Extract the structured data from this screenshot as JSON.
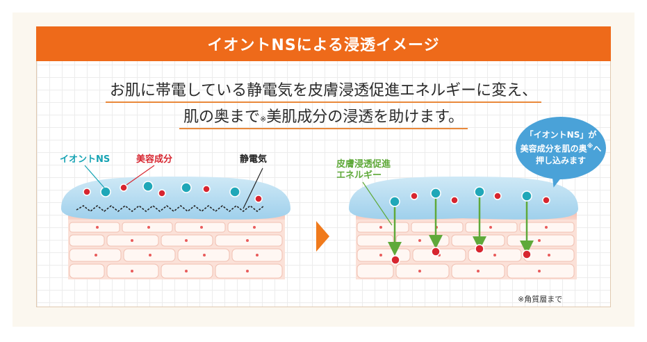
{
  "header": {
    "title": "イオントNSによる浸透イメージ"
  },
  "lead": {
    "line1": "お肌に帯電している静電気を皮膚浸透促進エネルギーに変え、",
    "line2_a": "肌の奥まで",
    "line2_mark": "※",
    "line2_b": "美肌成分の浸透を助けます。"
  },
  "labels": {
    "ion": "イオントNS",
    "beauty": "美容成分",
    "static": "静電気",
    "energy_1": "皮膚浸透促進",
    "energy_2": "エネルギー"
  },
  "bubble": {
    "line1": "「イオントNS」が",
    "line2": "美容成分を肌の奥",
    "mark": "※",
    "line2_end": "へ",
    "line3": "押し込みます"
  },
  "footnote": "※角質層まで",
  "colors": {
    "header_orange": "#ee6a1a",
    "ion_teal": "#16a3b3",
    "beauty_red": "#d7252f",
    "energy_green": "#5fa93a",
    "bubble_blue": "#4aa2d8"
  }
}
